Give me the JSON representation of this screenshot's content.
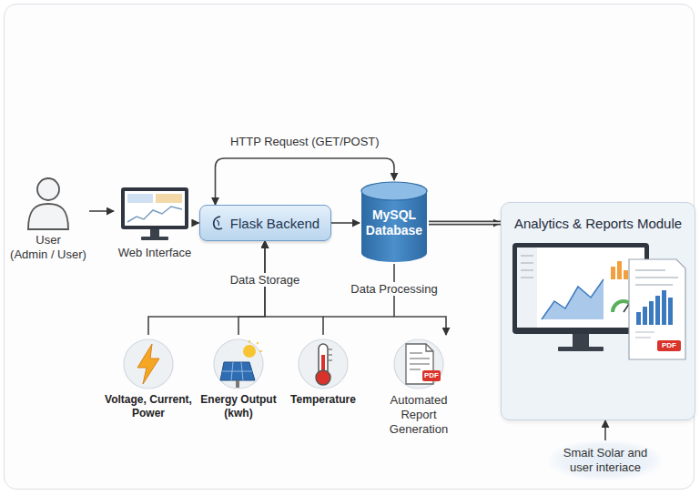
{
  "diagram": {
    "nodes": [
      {
        "text": [
          "User",
          "(Admin / User)"
        ]
      },
      {
        "text": [
          "Web Interface"
        ]
      },
      {
        "text": [
          "Flask Backend"
        ]
      },
      {
        "text": [
          "MySQL Database"
        ]
      },
      {
        "text": [
          "Analytics & Reports Module"
        ]
      },
      {
        "text": [
          "Voltage, Current, Power"
        ]
      },
      {
        "text": [
          "Energy Output (kwh)"
        ]
      },
      {
        "text": [
          "Temperature"
        ]
      },
      {
        "text": [
          "Automated Report Generation"
        ]
      },
      {
        "text": [
          "Smait Solar and user interiace"
        ]
      }
    ],
    "edges": [
      {
        "from": 0,
        "to": 1,
        "arrow": "to"
      },
      {
        "from": 1,
        "to": 2,
        "arrow": "to"
      },
      {
        "from": 2,
        "to": 3,
        "label": "HTTP Request (GET/POST)",
        "arrow": "both"
      },
      {
        "from": 2,
        "to": 3,
        "arrow": "to"
      },
      {
        "from": 3,
        "to": 4,
        "arrow": "to"
      },
      {
        "from": 5,
        "to": 2,
        "arrow": "to"
      },
      {
        "from": 6,
        "to": 2,
        "arrow": "to"
      },
      {
        "from": 7,
        "to": 2,
        "arrow": "to"
      },
      {
        "from": 3,
        "to": 8,
        "arrow": "to"
      },
      {
        "from": 9,
        "to": 4,
        "arrow": "to"
      }
    ],
    "labels": [
      "Data Storage",
      "Data Processing",
      "PDF",
      "PDF"
    ]
  }
}
